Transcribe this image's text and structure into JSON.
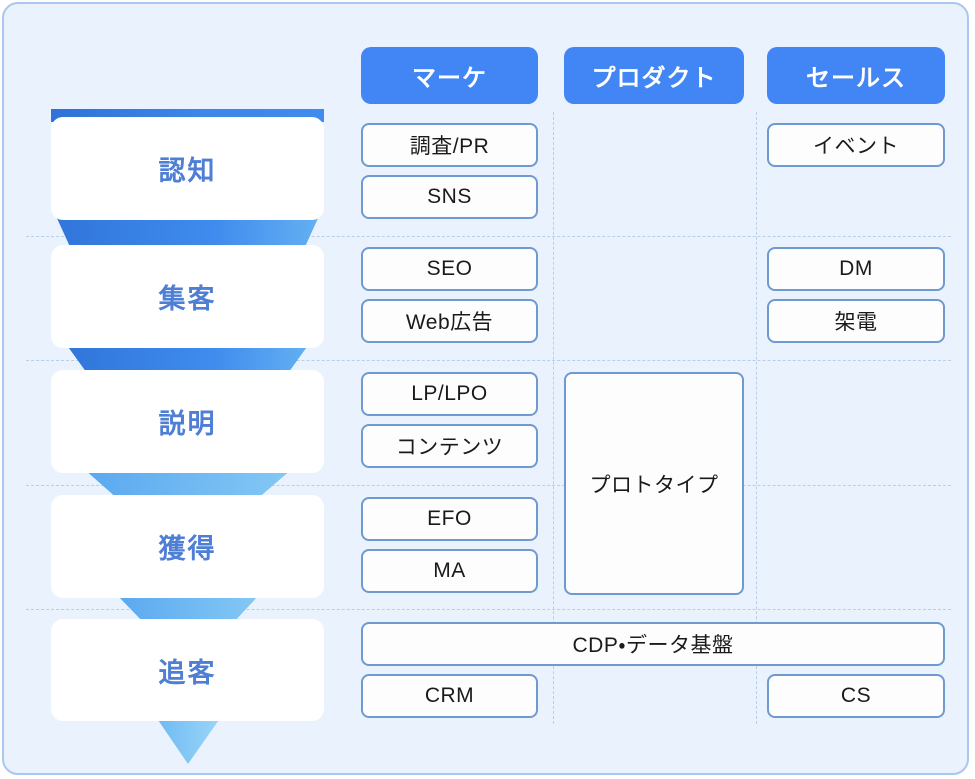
{
  "theme": {
    "background": "#eaf2fd",
    "frame_border": "#a9c8f0",
    "accent": "#4285f4",
    "funnel_blue_dark": "#3b82e8",
    "funnel_blue_light": "#7fc1f0",
    "card_border": "#6f9ad0",
    "stage_text": "#4e7fd4",
    "separator": "#b9cfe8"
  },
  "departments": [
    {
      "id": "marke",
      "label": "マーケ"
    },
    {
      "id": "product",
      "label": "プロダクト"
    },
    {
      "id": "sales",
      "label": "セールス"
    }
  ],
  "stages": [
    {
      "id": "ninchi",
      "label": "認知"
    },
    {
      "id": "shukyaku",
      "label": "集客"
    },
    {
      "id": "setsumei",
      "label": "説明"
    },
    {
      "id": "kakutoku",
      "label": "獲得"
    },
    {
      "id": "tsuikyaku",
      "label": "追客"
    }
  ],
  "cards": {
    "marke_0a": "調査/PR",
    "marke_0b": "SNS",
    "marke_1a": "SEO",
    "marke_1b": "Web広告",
    "marke_2a": "LP/LPO",
    "marke_2b": "コンテンツ",
    "marke_3a": "EFO",
    "marke_3b": "MA",
    "marke_4b": "CRM",
    "product_span": "プロトタイプ",
    "sales_0a": "イベント",
    "sales_1a": "DM",
    "sales_1b": "架電",
    "sales_4b": "CS",
    "full_4a": "CDP・データ基盤"
  }
}
